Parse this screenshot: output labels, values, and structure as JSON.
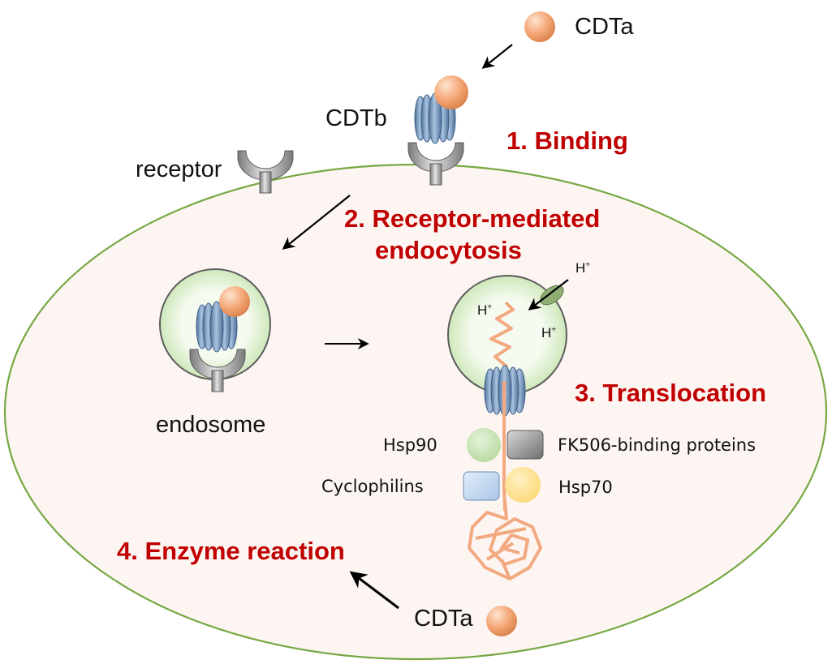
{
  "labels": {
    "cdta_top": "CDTa",
    "cdtb": "CDTb",
    "receptor": "receptor",
    "endosome": "endosome",
    "hsp90": "Hsp90",
    "fk506": "FK506-binding proteins",
    "cyclophilins": "Cyclophilins",
    "hsp70": "Hsp70",
    "cdta_bottom": "CDTa",
    "proton": "H",
    "proton_charge": "+"
  },
  "steps": {
    "binding": "1. Binding",
    "endocytosis_line1": "2. Receptor-mediated",
    "endocytosis_line2": "endocytosis",
    "translocation": "3. Translocation",
    "enzyme": "4. Enzyme reaction"
  },
  "colors": {
    "cell_border": "#76a843",
    "cell_fill": "#fdf5f1",
    "step_text": "#c00000",
    "toxin_orange": "#f5a878",
    "cdtb_blue": "#6f93bd",
    "receptor_gray": "#8c8c8c",
    "endosome_green": "#e6f4dc",
    "hsp90_green": "#c8e4b6",
    "hsp70_yellow": "#fde49a",
    "cyclophilin_blue": "#bcd3ee",
    "fkbp_gray": "#9a9a9a"
  },
  "icons": [
    "cdta-sphere-icon",
    "cdtb-pore-icon",
    "receptor-icon",
    "proton-pump-icon",
    "unfolded-chain-icon"
  ]
}
